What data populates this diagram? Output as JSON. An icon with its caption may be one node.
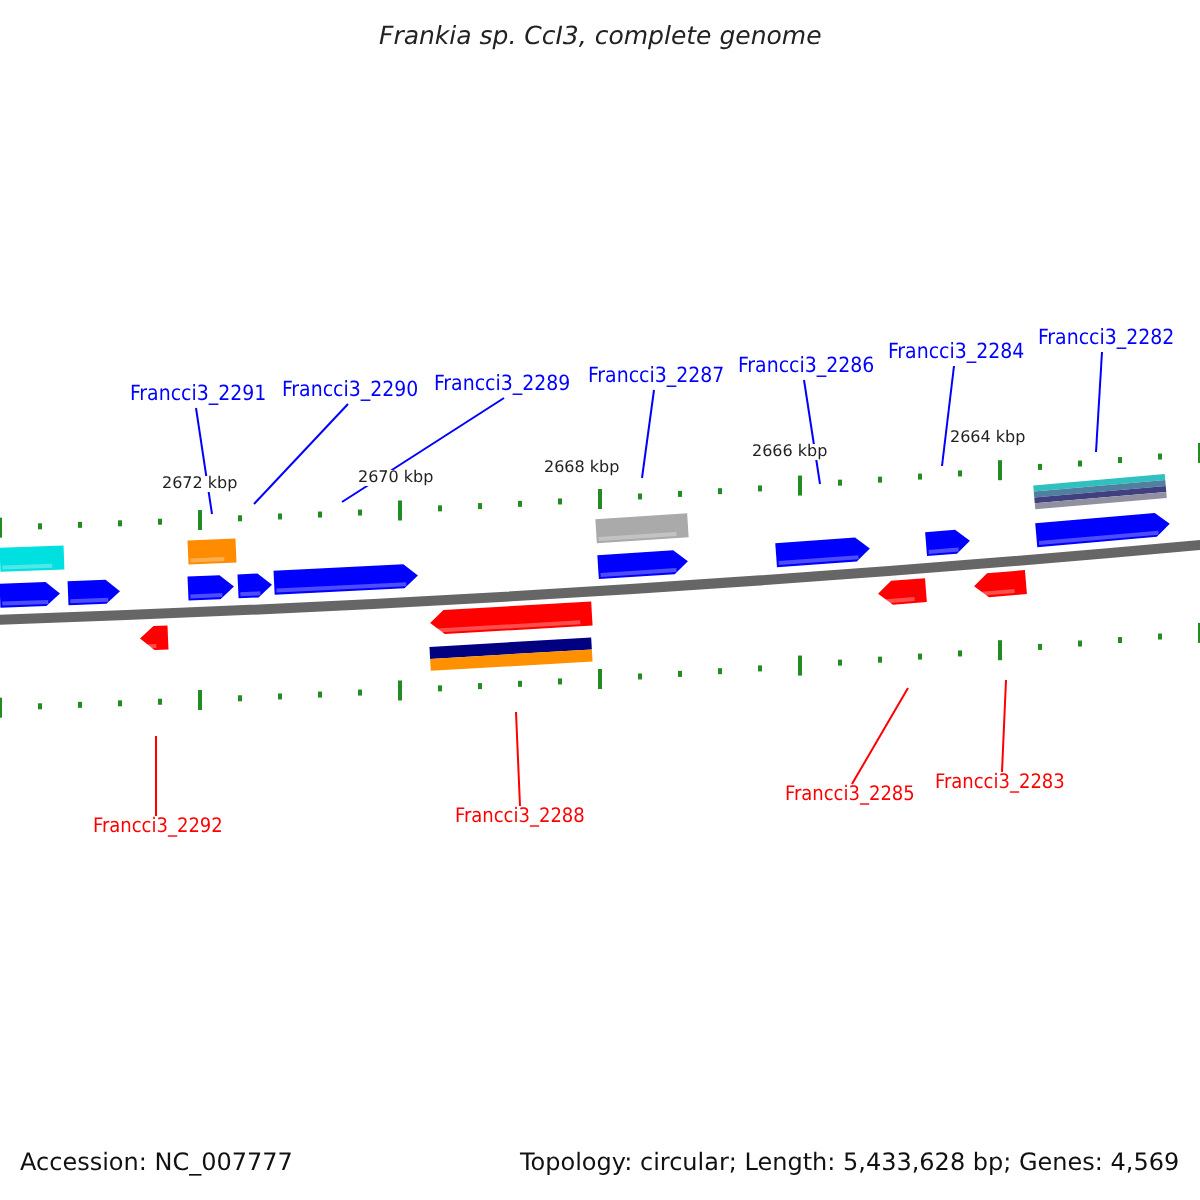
{
  "diagram": {
    "title": "Frankia sp. CcI3, complete genome",
    "nodes": [
      {
        "text": [
          "Francci3_2291"
        ]
      },
      {
        "text": [
          "Francci3_2290"
        ]
      },
      {
        "text": [
          "Francci3_2289"
        ]
      },
      {
        "text": [
          "Francci3_2287"
        ]
      },
      {
        "text": [
          "Francci3_2286"
        ]
      },
      {
        "text": [
          "Francci3_2284"
        ]
      },
      {
        "text": [
          "Francci3_2282"
        ]
      },
      {
        "text": [
          "Francci3_2292"
        ]
      },
      {
        "text": [
          "Francci3_2288"
        ]
      },
      {
        "text": [
          "Francci3_2285"
        ]
      },
      {
        "text": [
          "Francci3_2283"
        ]
      }
    ],
    "edges": [
      {
        "from": 0,
        "to": null,
        "arrow": "none"
      },
      {
        "from": 1,
        "to": null,
        "arrow": "none"
      },
      {
        "from": 2,
        "to": null,
        "arrow": "none"
      },
      {
        "from": 3,
        "to": null,
        "arrow": "none"
      },
      {
        "from": 4,
        "to": null,
        "arrow": "none"
      },
      {
        "from": 5,
        "to": null,
        "arrow": "none"
      },
      {
        "from": 6,
        "to": null,
        "arrow": "none"
      },
      {
        "from": 7,
        "to": null,
        "arrow": "none",
        "color": "#ff0000"
      },
      {
        "from": 8,
        "to": null,
        "arrow": "none",
        "color": "#ff0000"
      },
      {
        "from": 9,
        "to": null,
        "arrow": "none",
        "color": "#ff0000"
      },
      {
        "from": 10,
        "to": null,
        "arrow": "none",
        "color": "#ff0000"
      }
    ],
    "labels": [
      "2672 kbp",
      "2670 kbp",
      "2668 kbp",
      "2666 kbp",
      "2664 kbp",
      "Accession: NC_007777",
      "Topology: circular; Length: 5,433,628 bp; Genes: 4,569"
    ]
  }
}
